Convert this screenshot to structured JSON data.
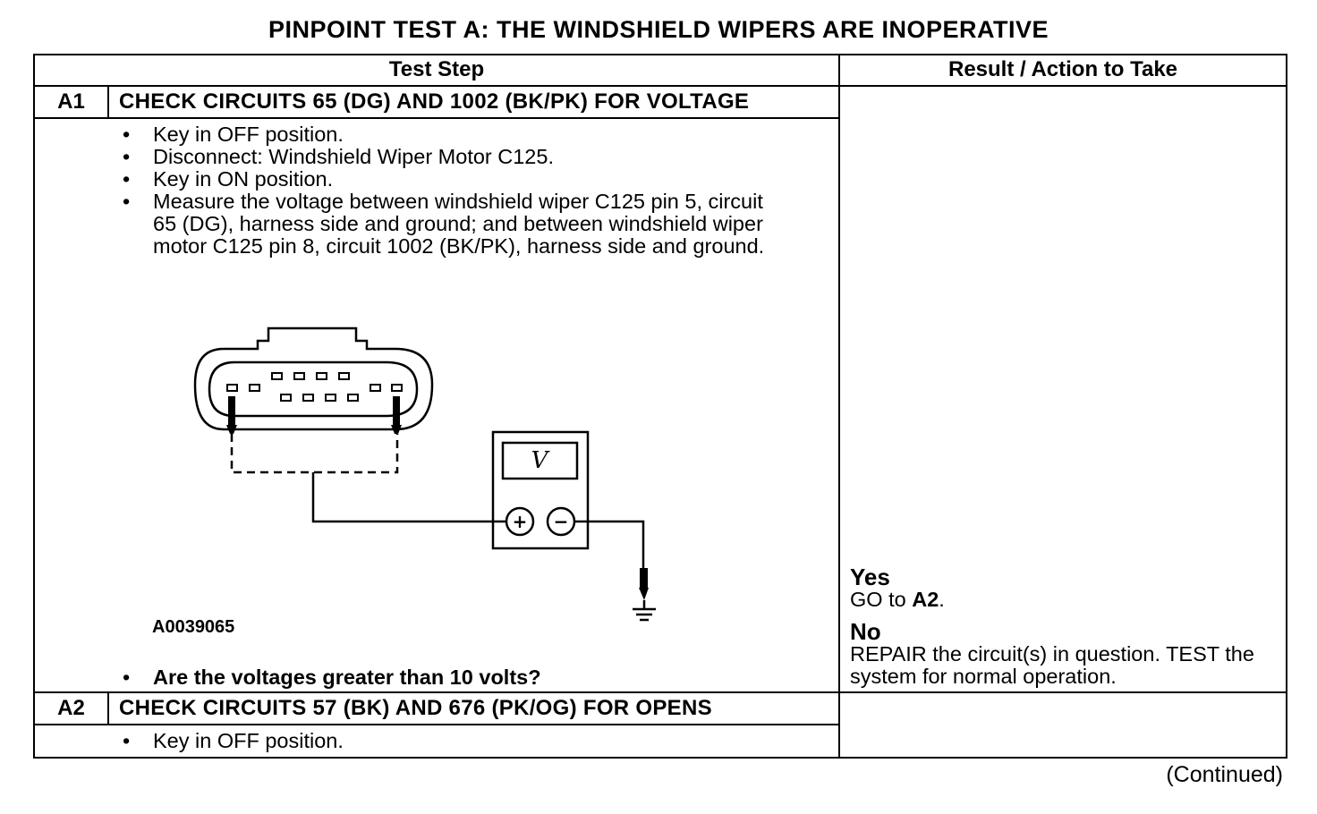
{
  "title": "PINPOINT TEST  A: THE WINDSHIELD WIPERS ARE INOPERATIVE",
  "table": {
    "headers": {
      "test_step": "Test Step",
      "result": "Result / Action to Take"
    },
    "steps": [
      {
        "id": "A1",
        "heading": "CHECK CIRCUITS 65 (DG) AND 1002 (BK/PK) FOR VOLTAGE",
        "bullets": [
          "Key in OFF position.",
          "Disconnect: Windshield Wiper Motor C125.",
          "Key in ON position.",
          "Measure the voltage between windshield wiper C125 pin 5, circuit 65 (DG), harness side and ground; and between windshield wiper motor C125 pin 8, circuit 1002 (BK/PK), harness side and ground."
        ],
        "figure_id": "A0039065",
        "meter_symbol": "V",
        "meter_plus": "+",
        "meter_minus": "−",
        "question": "Are the voltages greater than 10 volts?",
        "yes_label": "Yes",
        "yes_action_prefix": "GO to ",
        "yes_action_target": "A2",
        "yes_action_suffix": ".",
        "no_label": "No",
        "no_action": "REPAIR the circuit(s) in question. TEST the system for normal operation."
      },
      {
        "id": "A2",
        "heading": "CHECK CIRCUITS 57 (BK) AND 676 (PK/OG) FOR OPENS",
        "bullets": [
          "Key in OFF position."
        ]
      }
    ]
  },
  "footer": {
    "continued": "(Continued)"
  }
}
